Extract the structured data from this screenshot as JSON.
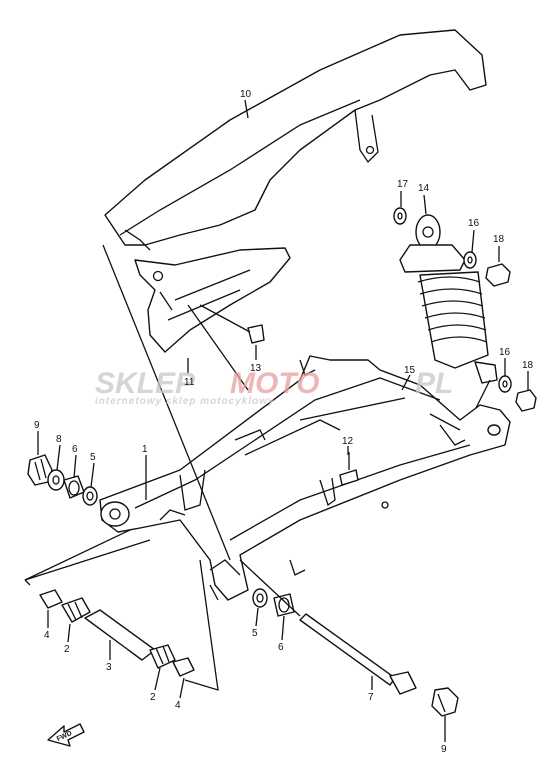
{
  "callouts": {
    "c1": "1",
    "c2a": "2",
    "c2b": "2",
    "c3": "3",
    "c4a": "4",
    "c4b": "4",
    "c5a": "5",
    "c5b": "5",
    "c6a": "6",
    "c6b": "6",
    "c7": "7",
    "c8": "8",
    "c9a": "9",
    "c9b": "9",
    "c10": "10",
    "c11": "11",
    "c12": "12",
    "c13": "13",
    "c14": "14",
    "c15": "15",
    "c16a": "16",
    "c16b": "16",
    "c17": "17",
    "c18a": "18",
    "c18b": "18"
  },
  "watermark": {
    "brand_a": "SKLEP",
    "brand_b": "MOTO",
    "brand_c": "PL",
    "tagline": "internetowy sklep motocyklowy"
  },
  "fwd_label": "FWD",
  "colors": {
    "line": "#111111",
    "watermark_gray": "#c8c8c8",
    "watermark_red": "#e8a0a0"
  }
}
